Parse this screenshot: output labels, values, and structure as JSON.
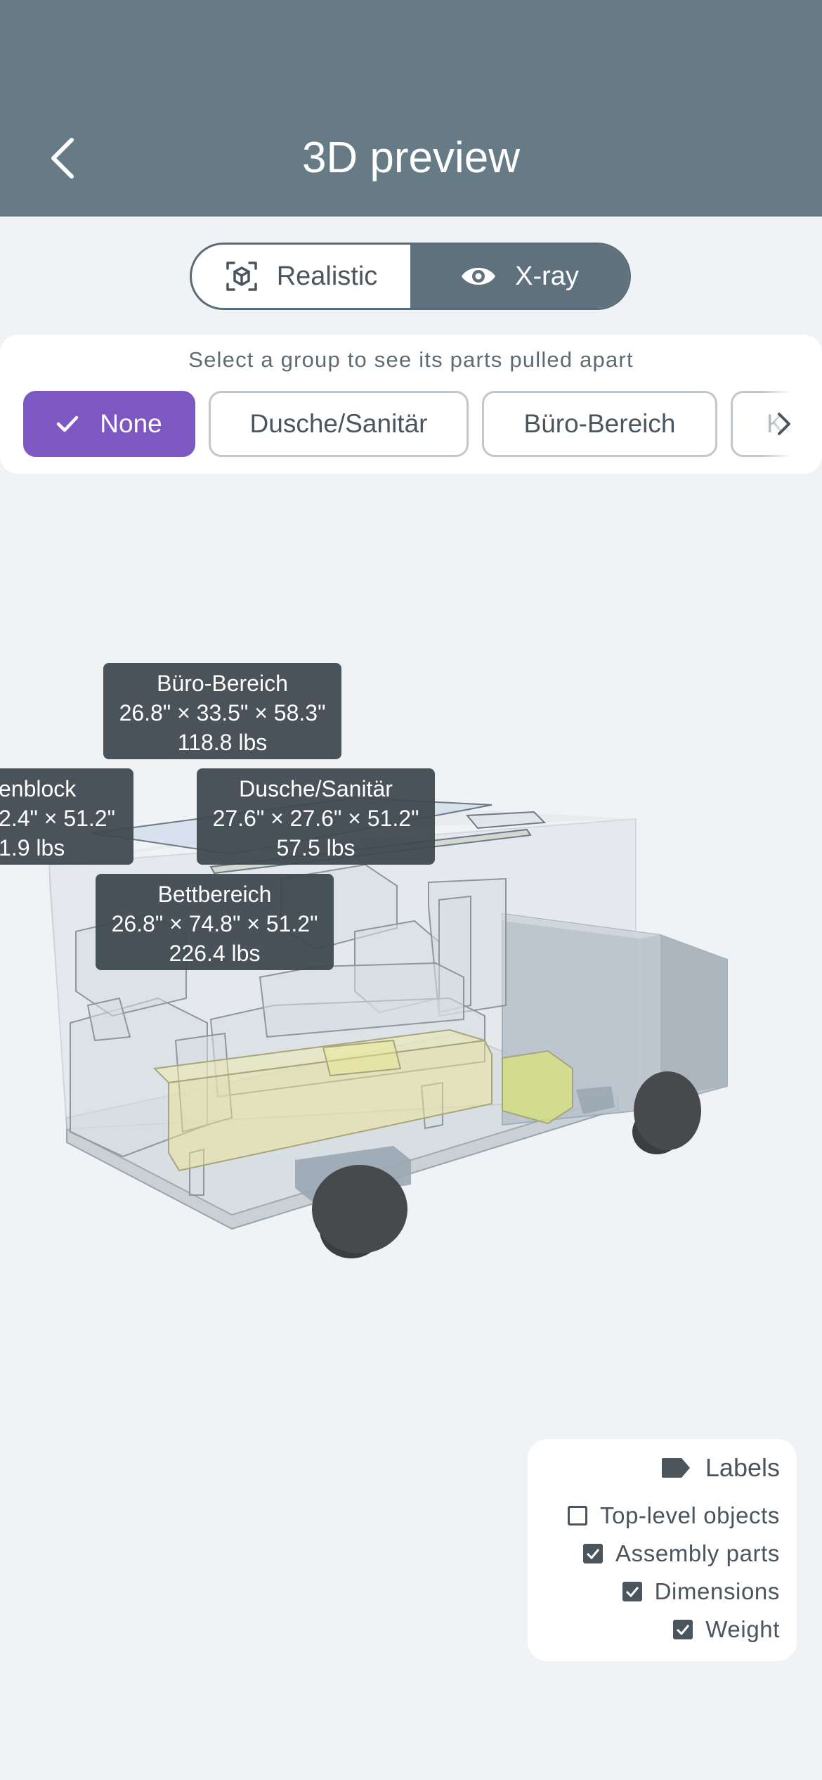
{
  "header": {
    "title": "3D preview",
    "back_icon": "chevron-left-icon"
  },
  "mode_toggle": {
    "options": [
      {
        "label": "Realistic",
        "icon": "cube-scan-icon",
        "active": false
      },
      {
        "label": "X-ray",
        "icon": "eye-icon",
        "active": true
      }
    ]
  },
  "group_selector": {
    "hint": "Select a group to see its parts pulled apart",
    "chips": [
      {
        "label": "None",
        "selected": true
      },
      {
        "label": "Dusche/Sanitär",
        "selected": false
      },
      {
        "label": "Büro-Bereich",
        "selected": false
      },
      {
        "label": "Kü",
        "selected": false
      }
    ]
  },
  "scene_labels": [
    {
      "name": "Büro-Bereich",
      "dims": "26.8\" × 33.5\" × 58.3\"",
      "weight": "118.8 lbs"
    },
    {
      "name": "enblock",
      "dims": "2.4\" × 51.2\"",
      "weight": "1.9 lbs"
    },
    {
      "name": "Dusche/Sanitär",
      "dims": "27.6\" × 27.6\" × 51.2\"",
      "weight": "57.5 lbs"
    },
    {
      "name": "Bettbereich",
      "dims": "26.8\" × 74.8\" × 51.2\"",
      "weight": "226.4 lbs"
    }
  ],
  "labels_panel": {
    "title": "Labels",
    "icon": "tag-icon",
    "options": [
      {
        "label": "Top-level objects",
        "checked": false
      },
      {
        "label": "Assembly parts",
        "checked": true
      },
      {
        "label": "Dimensions",
        "checked": true
      },
      {
        "label": "Weight",
        "checked": true
      }
    ]
  },
  "colors": {
    "header": "#677b87",
    "accent": "#7d58c2",
    "label_bg": "#3e484f",
    "background": "#f0f3f6"
  }
}
